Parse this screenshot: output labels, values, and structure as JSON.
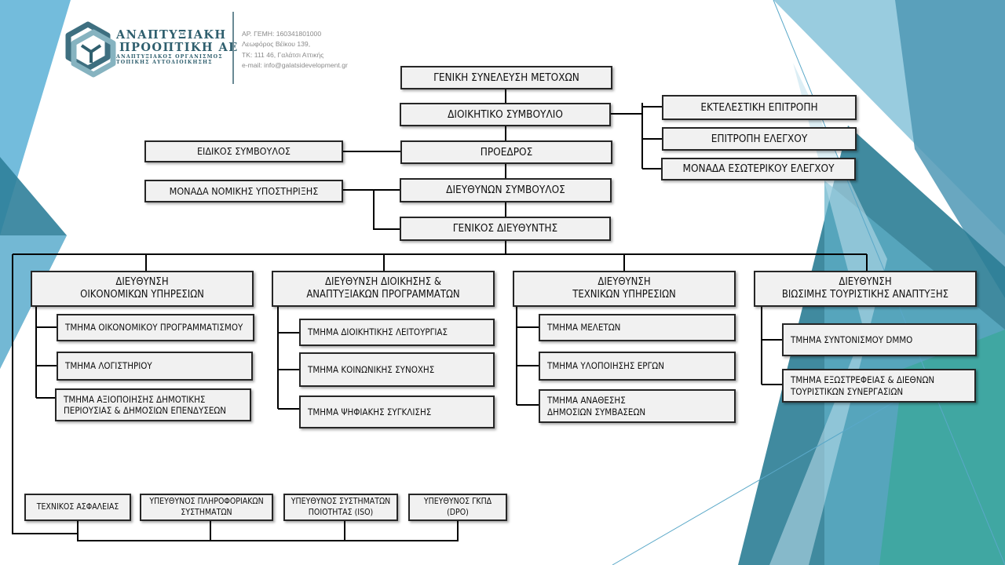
{
  "company": {
    "name_line1": "ΑΝΑΠΤΥΞΙΑΚΗ",
    "name_line2": "ΠΡΟΟΠΤΙΚΗ ΑΕ",
    "tagline_line1": "ΑΝΑΠΤΥΞΙΑΚΟΣ ΟΡΓΑΝΙΣΜΟΣ",
    "tagline_line2": "ΤΟΠΙΚΗΣ ΑΥΤΟΔΙΟΙΚΗΣΗΣ",
    "gemi": "ΑΡ. ΓΕΜΗ: 160341801000",
    "street": "Λεωφόρος Βέϊκου 139,",
    "city": "ΤΚ: 111 46, Γαλάτσι Αττικής",
    "email": "e-mail: info@galatsidevelopment.gr"
  },
  "chart": {
    "general_assembly": "ΓΕΝΙΚΗ ΣΥΝΕΛΕΥΣΗ ΜΕΤΟΧΩΝ",
    "board": "ΔΙΟΙΚΗΤΙΚΟ ΣΥΜΒΟΥΛΙΟ",
    "president": "ΠΡΟΕΔΡΟΣ",
    "ceo": "ΔΙΕΥΘΥΝΩΝ ΣΥΜΒΟΥΛΟΣ",
    "general_manager": "ΓΕΝΙΚΟΣ ΔΙΕΥΘΥΝΤΗΣ",
    "special_advisor": "ΕΙΔΙΚΟΣ ΣΥΜΒΟΥΛΟΣ",
    "legal_support": "ΜΟΝΑΔΑ ΝΟΜΙΚΗΣ ΥΠΟΣΤΗΡΙΞΗΣ",
    "executive_committee": "ΕΚΤΕΛΕΣΤΙΚΗ ΕΠΙΤΡΟΠΗ",
    "audit_committee": "ΕΠΙΤΡΟΠΗ ΕΛΕΓΧΟΥ",
    "internal_audit": "ΜΟΝΑΔΑ ΕΣΩΤΕΡΙΚΟΥ ΕΛΕΓΧΟΥ",
    "directorates": [
      {
        "line1": "ΔΙΕΥΘΥΝΣΗ",
        "line2": "ΟΙΚΟΝΟΜΙΚΩΝ ΥΠΗΡΕΣΙΩΝ",
        "departments": [
          {
            "line1": "ΤΜΗΜΑ ΟΙΚΟΝΟΜΙΚΟΥ ΠΡΟΓΡΑΜΜΑΤΙΣΜΟΥ",
            "line2": ""
          },
          {
            "line1": "ΤΜΗΜΑ ΛΟΓΙΣΤΗΡΙΟΥ",
            "line2": ""
          },
          {
            "line1": "ΤΜΗΜΑ ΑΞΙΟΠΟΙΗΣΗΣ ΔΗΜΟΤΙΚΗΣ",
            "line2": "ΠΕΡΙΟΥΣΙΑΣ & ΔΗΜΟΣΙΩΝ ΕΠΕΝΔΥΣΕΩΝ"
          }
        ]
      },
      {
        "line1": "ΔΙΕΥΘΥΝΣΗ ΔΙΟΙΚΗΣΗΣ &",
        "line2": "ΑΝΑΠΤΥΞΙΑΚΩΝ ΠΡΟΓΡΑΜΜΑΤΩΝ",
        "departments": [
          {
            "line1": "ΤΜΗΜΑ ΔΙΟΙΚΗΤΙΚΗΣ ΛΕΙΤΟΥΡΓΙΑΣ",
            "line2": ""
          },
          {
            "line1": "ΤΜΗΜΑ ΚΟΙΝΩΝΙΚΗΣ ΣΥΝΟΧΗΣ",
            "line2": ""
          },
          {
            "line1": "ΤΜΗΜΑ ΨΗΦΙΑΚΗΣ ΣΥΓΚΛΙΣΗΣ",
            "line2": ""
          }
        ]
      },
      {
        "line1": "ΔΙΕΥΘΥΝΣΗ",
        "line2": "ΤΕΧΝΙΚΩΝ ΥΠΗΡΕΣΙΩΝ",
        "departments": [
          {
            "line1": "ΤΜΗΜΑ ΜΕΛΕΤΩΝ",
            "line2": ""
          },
          {
            "line1": "ΤΜΗΜΑ ΥΛΟΠΟΙΗΣΗΣ ΕΡΓΩΝ",
            "line2": ""
          },
          {
            "line1": "ΤΜΗΜΑ ΑΝΑΘΕΣΗΣ",
            "line2": "ΔΗΜΟΣΙΩΝ ΣΥΜΒΑΣΕΩΝ"
          }
        ]
      },
      {
        "line1": "ΔΙΕΥΘΥΝΣΗ",
        "line2": "ΒΙΩΣΙΜΗΣ ΤΟΥΡΙΣΤΙΚΗΣ ΑΝΑΠΤΥΞΗΣ",
        "departments": [
          {
            "line1": "ΤΜΗΜΑ ΣΥΝΤΟΝΙΣΜΟΥ DMMO",
            "line2": ""
          },
          {
            "line1": "ΤΜΗΜΑ ΕΞΩΣΤΡΕΦΕΙΑΣ & ΔΙΕΘΝΩΝ",
            "line2": "ΤΟΥΡΙΣΤΙΚΩΝ ΣΥΝΕΡΓΑΣΙΩΝ"
          }
        ]
      }
    ],
    "officers": [
      {
        "line1": "ΤΕΧΝΙΚΟΣ ΑΣΦΑΛΕΙΑΣ",
        "line2": ""
      },
      {
        "line1": "ΥΠΕΥΘΥΝΟΣ ΠΛΗΡΟΦΟΡΙΑΚΩΝ",
        "line2": "ΣΥΣΤΗΜΑΤΩΝ"
      },
      {
        "line1": "ΥΠΕΥΘΥΝΟΣ ΣΥΣΤΗΜΑΤΩΝ",
        "line2": "ΠΟΙΟΤΗΤΑΣ (ISO)"
      },
      {
        "line1": "ΥΠΕΥΘΥΝΟΣ ΓΚΠΔ",
        "line2": "(DPO)"
      }
    ]
  },
  "colors": {
    "box_fill": "#f1f1f1",
    "box_border": "#262626",
    "connector": "#000000",
    "logo_teal": "#2f5f6e",
    "accent_blue_1": "#5aa8c8",
    "accent_blue_2": "#8fc3d6",
    "accent_teal_dark": "#2f7f95",
    "accent_green": "#3aa89a"
  }
}
